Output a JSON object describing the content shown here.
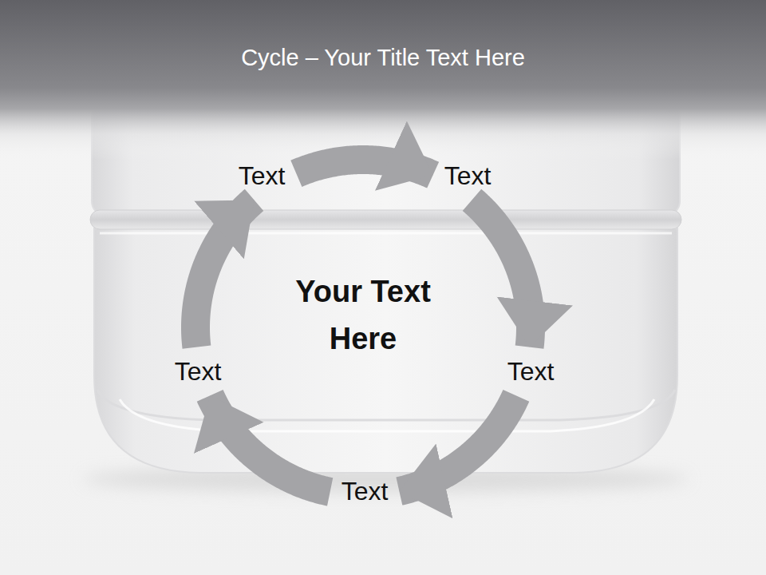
{
  "diagram": {
    "title": "Cycle – Your Title Text Here",
    "nodes": [
      {
        "text": [
          "Text"
        ]
      },
      {
        "text": [
          "Text"
        ]
      },
      {
        "text": [
          "Your Text Here"
        ]
      },
      {
        "text": [
          "Text"
        ]
      },
      {
        "text": [
          "Text"
        ]
      },
      {
        "text": [
          "Text"
        ]
      }
    ],
    "edges": [
      {
        "from": 0,
        "to": 1,
        "arrow": "to"
      },
      {
        "from": 1,
        "to": 4,
        "arrow": "to"
      },
      {
        "from": 4,
        "to": 5,
        "arrow": "to"
      },
      {
        "from": 5,
        "to": 3,
        "arrow": "to"
      },
      {
        "from": 3,
        "to": 0,
        "arrow": "to"
      }
    ]
  }
}
